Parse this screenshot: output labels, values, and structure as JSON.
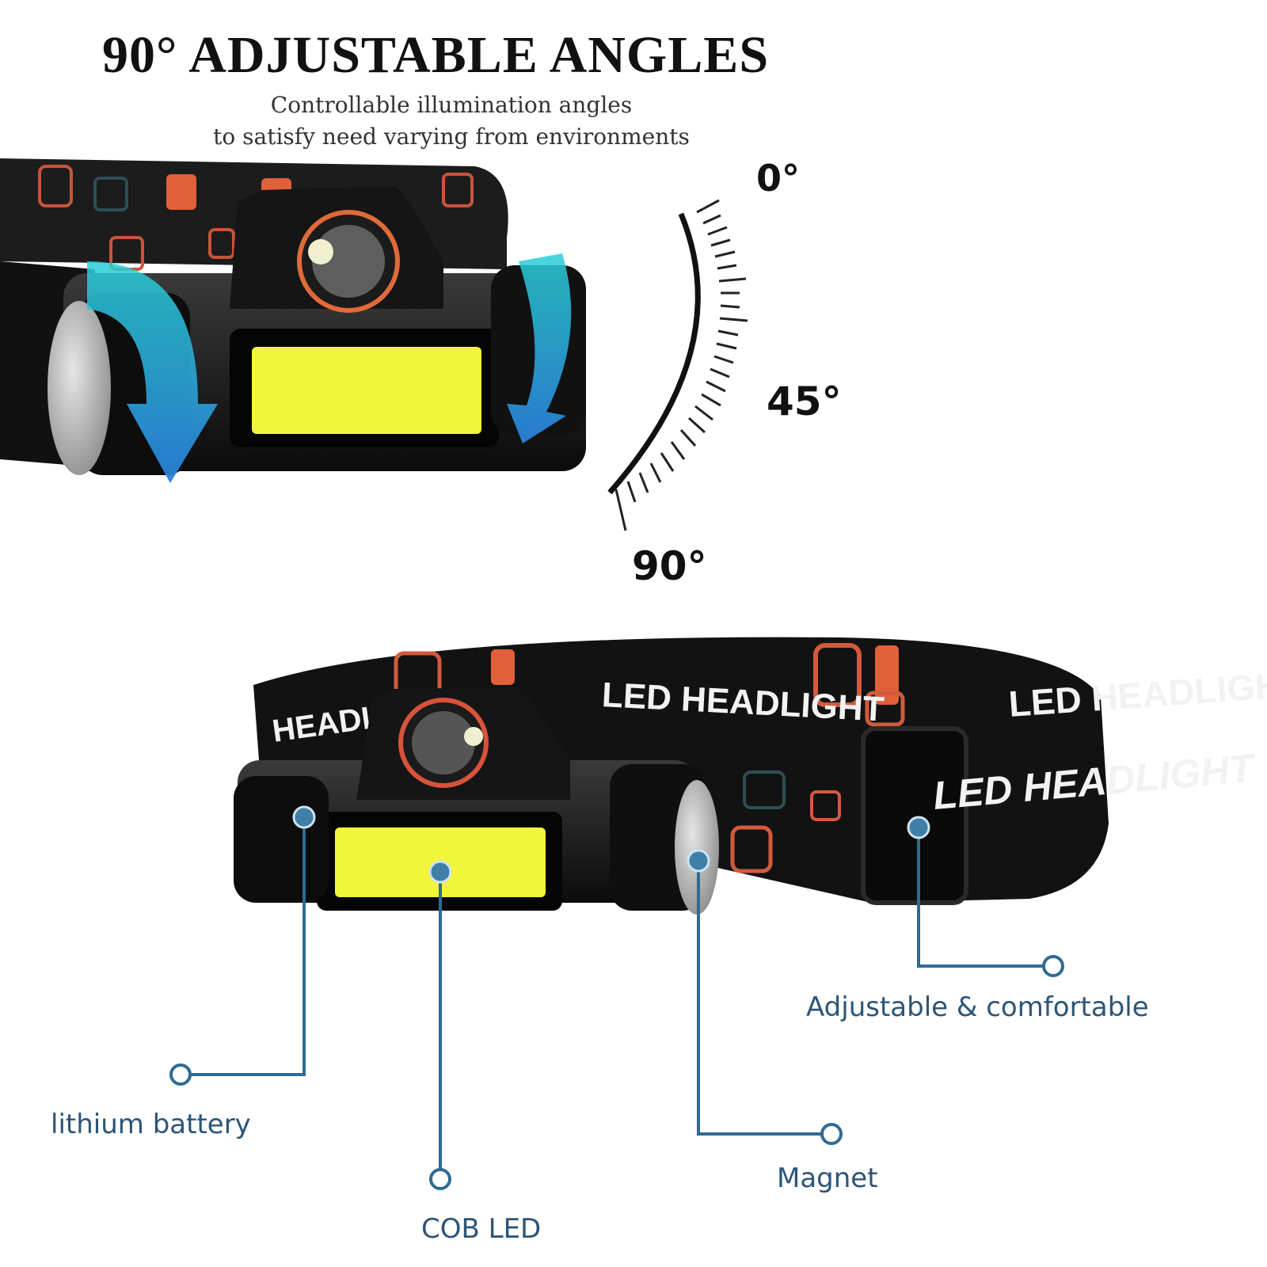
{
  "headline": "90° ADJUSTABLE ANGLES",
  "subtitle_line1": "Controllable illumination angles",
  "subtitle_line2": "to satisfy need varying from environments",
  "angle_labels": {
    "zero": "0°",
    "mid": "45°",
    "max": "90°"
  },
  "band_texts": {
    "band1": "LED HEADLIGHT",
    "band2": "HEADLIGHT",
    "band3": "LED HEADLIGHT",
    "band4": "LED HEADLIGHT"
  },
  "callouts": {
    "adjustable": "Adjustable & comfortable",
    "lithium": "lithium battery",
    "magnet": "Magnet",
    "cob": "COB LED"
  },
  "colors": {
    "callout_text": "#2c5577",
    "callout_line": "#2f6b92",
    "cob_yellow": "#f3f53a",
    "accent_orange": "#e06a3a",
    "arrow_blue": "#2a9fd8"
  }
}
